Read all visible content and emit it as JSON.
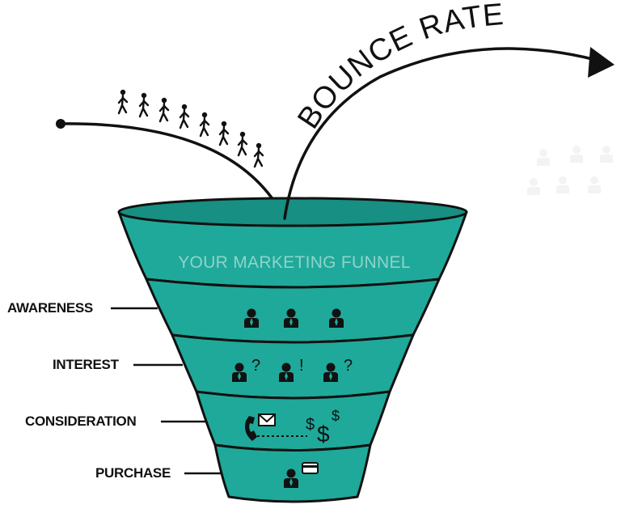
{
  "headline": "BOUNCE RATE",
  "funnel": {
    "title": "YOUR MARKETING FUNNEL",
    "stages": [
      {
        "label": "AWARENESS",
        "icons": [
          "person-icon",
          "person-icon",
          "person-icon"
        ]
      },
      {
        "label": "INTEREST",
        "icons": [
          "person-question-icon",
          "person-exclaim-icon",
          "person-question-icon"
        ],
        "marks": [
          "?",
          "!",
          "?"
        ]
      },
      {
        "label": "CONSIDERATION",
        "icons": [
          "phone-icon",
          "envelope-icon",
          "dollar-icon"
        ]
      },
      {
        "label": "PURCHASE",
        "icons": [
          "person-icon",
          "credit-card-icon"
        ]
      }
    ]
  },
  "colors": {
    "funnel_fill": "#1fa99a",
    "funnel_top": "#178f83",
    "funnel_outline": "#111111",
    "title_text": "#8fd3cb",
    "ink": "#111111",
    "faded_people": "#f1f1f1"
  }
}
